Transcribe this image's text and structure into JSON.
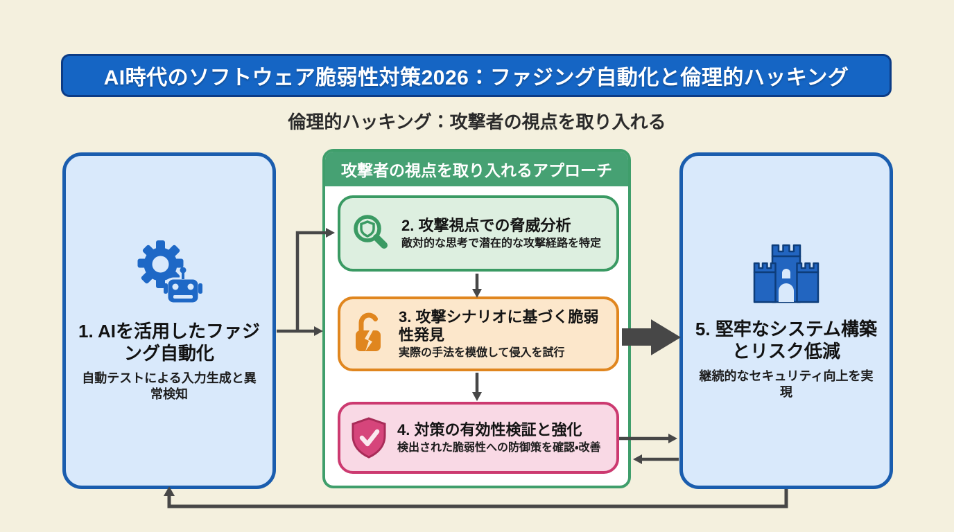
{
  "title": "AI時代のソフトウェア脆弱性対策2026：ファジング自動化と倫理的ハッキング",
  "subtitle": "倫理的ハッキング：攻撃者の視点を取り入れる",
  "left_box": {
    "icon": "gear-robot-icon",
    "title": "1. AIを活用したファジング自動化",
    "description": "自動テストによる入力生成と異常検知"
  },
  "center_panel": {
    "header": "攻撃者の視点を取り入れるアプローチ",
    "steps": [
      {
        "icon": "magnifier-shield-icon",
        "title": "2. 攻撃視点での脅威分析",
        "description": "敵対的な思考で潜在的な攻撃経路を特定",
        "accent": "#3a9a63",
        "fill": "#ddefe0"
      },
      {
        "icon": "broken-lock-icon",
        "title": "3. 攻撃シナリオに基づく脆弱性発見",
        "description": "実際の手法を模倣して侵入を試行",
        "accent": "#e0861f",
        "fill": "#fce7cb"
      },
      {
        "icon": "shield-check-icon",
        "title": "4. 対策の有効性検証と強化",
        "description": "検出された脆弱性への防御策を確認・改善",
        "accent": "#cc3a70",
        "fill": "#f9d9e5"
      }
    ]
  },
  "right_box": {
    "icon": "castle-icon",
    "title": "5. 堅牢なシステム構築とリスク低減",
    "description": "継続的なセキュリティ向上を実現"
  },
  "connections": [
    {
      "from": "left-box",
      "to": "step-2",
      "style": "thin"
    },
    {
      "from": "left-box",
      "to": "step-3",
      "style": "thin"
    },
    {
      "from": "step-2",
      "to": "step-3",
      "style": "thin"
    },
    {
      "from": "step-3",
      "to": "step-4",
      "style": "thin"
    },
    {
      "from": "step-3",
      "to": "right-box",
      "style": "thick"
    },
    {
      "from": "step-4",
      "to": "right-box",
      "style": "thin"
    },
    {
      "from": "right-box",
      "to": "step-4",
      "style": "thin"
    },
    {
      "from": "right-box",
      "to": "left-box",
      "style": "feedback-loop"
    }
  ],
  "colors": {
    "background": "#f4f0de",
    "banner_blue": "#1565c4",
    "banner_border": "#0c3c86",
    "box_blue_fill": "#d9e9fb",
    "box_blue_border": "#1a5dae",
    "panel_border_green": "#3f9e6b",
    "panel_header_green": "#46a173",
    "arrow_gray": "#474747",
    "icon_blue": "#1e68c6"
  }
}
